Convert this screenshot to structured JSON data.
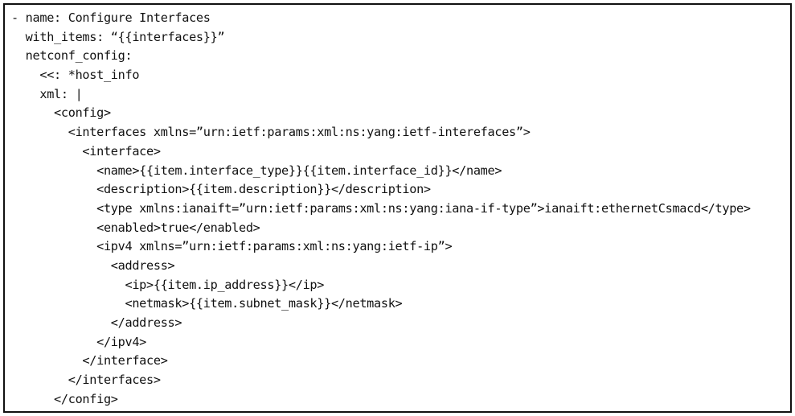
{
  "code": {
    "lines": [
      "- name: Configure Interfaces",
      "  with_items: “{{interfaces}}”",
      "  netconf_config:",
      "    <<: *host_info",
      "    xml: |",
      "      <config>",
      "        <interfaces xmlns=”urn:ietf:params:xml:ns:yang:ietf-interefaces”>",
      "          <interface>",
      "            <name>{{item.interface_type}}{{item.interface_id}}</name>",
      "            <description>{{item.description}}</description>",
      "            <type xmlns:ianaift=”urn:ietf:params:xml:ns:yang:iana-if-type”>ianaift:ethernetCsmacd</type>",
      "            <enabled>true</enabled>",
      "            <ipv4 xmlns=”urn:ietf:params:xml:ns:yang:ietf-ip”>",
      "              <address>",
      "                <ip>{{item.ip_address}}</ip>",
      "                <netmask>{{item.subnet_mask}}</netmask>",
      "              </address>",
      "            </ipv4>",
      "          </interface>",
      "        </interfaces>",
      "      </config>"
    ]
  }
}
